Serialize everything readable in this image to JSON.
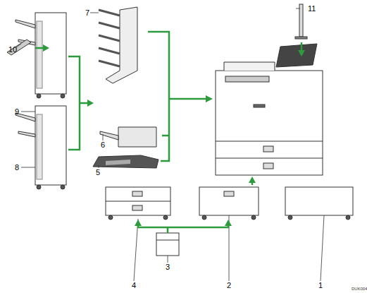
{
  "diagram": {
    "labels": [
      "7",
      "11",
      "10",
      "9",
      "6",
      "5",
      "8",
      "3",
      "4",
      "2",
      "1",
      "DUK004"
    ]
  }
}
